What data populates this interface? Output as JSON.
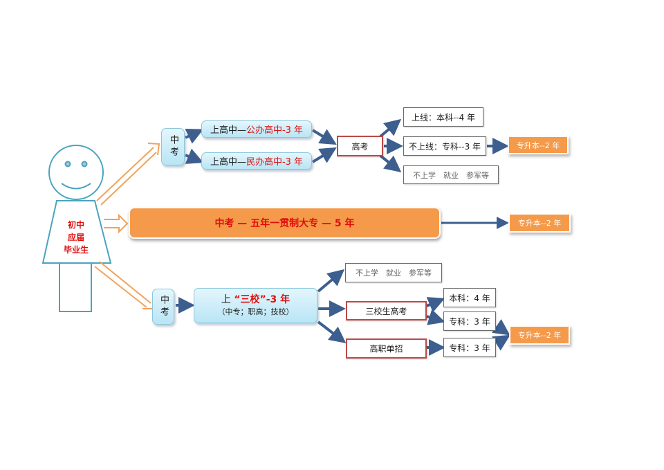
{
  "person": {
    "label_lines": [
      "初中",
      "应届",
      "毕业生"
    ],
    "icon": "smiley-person-icon"
  },
  "top_branch": {
    "exam": "中考",
    "public_school": {
      "prefix": "上高中—",
      "highlight": "公办高中-3 年"
    },
    "private_school": {
      "prefix": "上高中—",
      "highlight": "民办高中-3 年"
    },
    "gaokao": "高考",
    "outcomes": {
      "pass": "上线：本科--4 年",
      "fail": "不上线：专科--3 年",
      "other": "不上学　就业　参军等"
    },
    "upgrade": "专升本--2 年"
  },
  "middle_branch": {
    "label": "中考 — 五年一贯制大专 — 5 年",
    "upgrade": "专升本--2 年"
  },
  "bottom_branch": {
    "exam": "中考",
    "three_schools": {
      "prefix": "上 ",
      "highlight": "“三校”-3 年",
      "subtitle": "（中专；职高；技校）"
    },
    "other": "不上学　就业　参军等",
    "sanxiao_gaokao": "三校生高考",
    "vocational_enroll": "高职单招",
    "bachelor": "本科：4 年",
    "associate_1": "专科：3 年",
    "associate_2": "专科：3 年",
    "upgrade": "专升本--2 年"
  },
  "colors": {
    "arrow_blue": "#3d5f8f",
    "arrow_orange": "#f2a25a",
    "person_stroke": "#4aa3bd",
    "accent_orange": "#f59a4a",
    "highlight_red": "#e01010",
    "box_red": "#b94a48"
  }
}
